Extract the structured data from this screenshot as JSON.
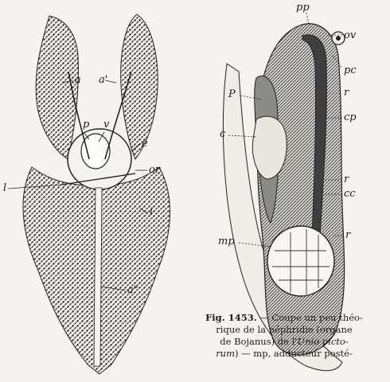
{
  "left_figure": {
    "labels": {
      "a1": "a",
      "a2": "a'",
      "p": "p",
      "v": "v",
      "e": "e",
      "or": "or",
      "l": "l",
      "i": "i",
      "a3": "a\""
    }
  },
  "right_figure": {
    "labels": {
      "pp": "pp",
      "ov": "ov",
      "pc": "pc",
      "P": "P",
      "r1": "r",
      "cp": "cp",
      "c": "c",
      "r2": "r",
      "cc": "cc",
      "r3": "r",
      "mp": "mp"
    }
  },
  "caption": {
    "figure_number": "Fig. 1453.",
    "line1": " — Coupe un peu théo-",
    "line2": "rique de la néphridie (organe",
    "line3a": "de Bojanus) de l'",
    "line3b": "Unio picto-",
    "line4a": "rum",
    "line4b": ") — mp, adducteur posté-"
  }
}
